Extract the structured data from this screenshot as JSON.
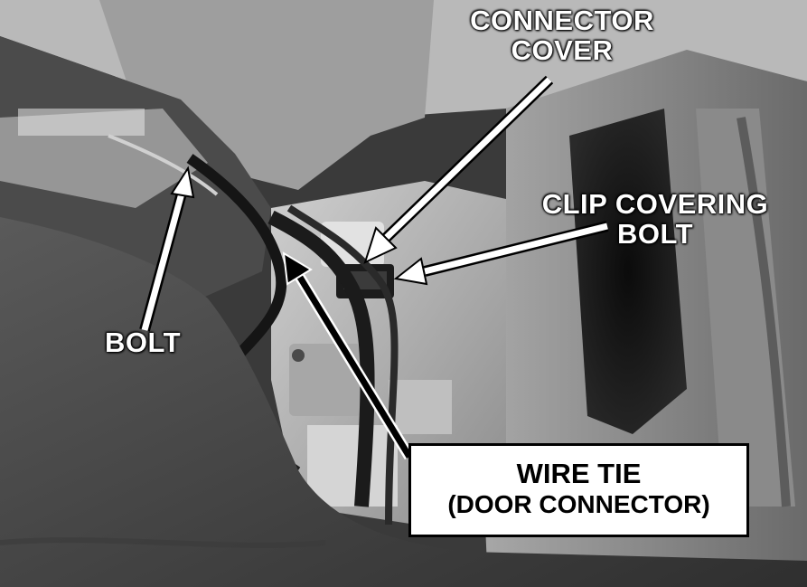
{
  "image": {
    "kind": "grayscale service-manual photograph",
    "subject": "wiring harness and door connector behind interior trim panel"
  },
  "callouts": {
    "connector_cover": [
      "CONNECTOR",
      "COVER"
    ],
    "clip_covering_bolt": [
      "CLIP COVERING",
      "BOLT"
    ],
    "bolt": "BOLT",
    "wire_tie": [
      "WIRE TIE",
      "(DOOR CONNECTOR)"
    ]
  },
  "colors": {
    "label_text": "#ffffff",
    "box_background": "#ffffff",
    "box_text": "#000000",
    "white_arrow": "#ffffff",
    "black_arrow": "#000000"
  }
}
